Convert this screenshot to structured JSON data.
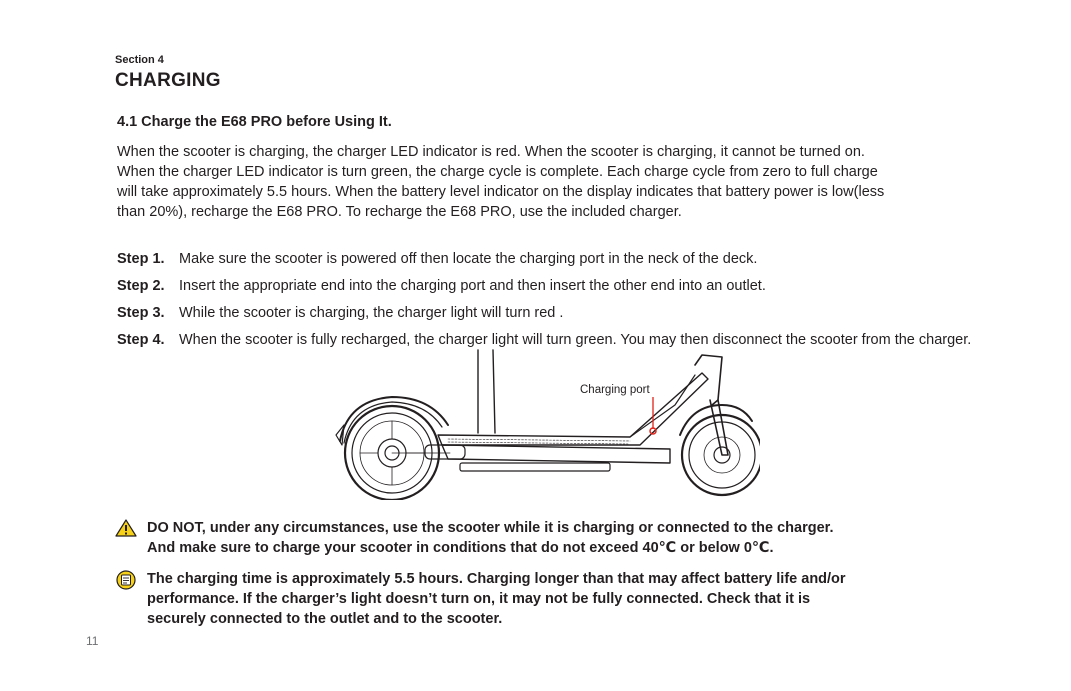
{
  "header": {
    "section_label": "Section 4",
    "section_title": "CHARGING"
  },
  "subsection_title": "4.1 Charge the E68 PRO before Using It.",
  "intro_lines": [
    "When the scooter is charging, the charger LED indicator is red. When the scooter is charging, it cannot be turned on.",
    "When the charger LED indicator is turn green, the charge cycle is complete. Each charge cycle from zero to full charge",
    "will take approximately 5.5 hours. When the battery level indicator on the display indicates that battery power is low(less",
    "than 20%), recharge the E68 PRO. To recharge the E68 PRO, use the included charger."
  ],
  "steps": [
    {
      "label": "Step 1.",
      "text": "Make sure the scooter is powered off then locate the charging port in the neck of the deck."
    },
    {
      "label": "Step 2.",
      "text": "Insert the appropriate end into the charging port and then insert the other end into an outlet."
    },
    {
      "label": "Step 3.",
      "text": "While the scooter is charging, the charger light will turn red ."
    },
    {
      "label": "Step 4.",
      "text": "When the scooter is fully recharged, the charger light will turn green. You may then disconnect the scooter from the charger."
    }
  ],
  "diagram": {
    "callout_label": "Charging port",
    "callout_color": "#e2231a"
  },
  "warning_note": {
    "icon": "warning-triangle-icon",
    "icon_color": "#f7d117",
    "lines": [
      "DO NOT, under any circumstances, use the scooter while it is charging or connected to the charger.",
      "And make sure to charge your scooter in conditions that do not exceed 40℃ or below 0℃."
    ]
  },
  "info_note": {
    "icon": "notepad-icon",
    "icon_color": "#f7d117",
    "lines": [
      "The charging time is approximately 5.5 hours. Charging longer than that may affect battery life and/or",
      "performance. If the charger’s light doesn’t turn on, it may not be fully connected. Check that it is",
      "securely connected to the outlet and to the scooter."
    ]
  },
  "page_number": "11"
}
